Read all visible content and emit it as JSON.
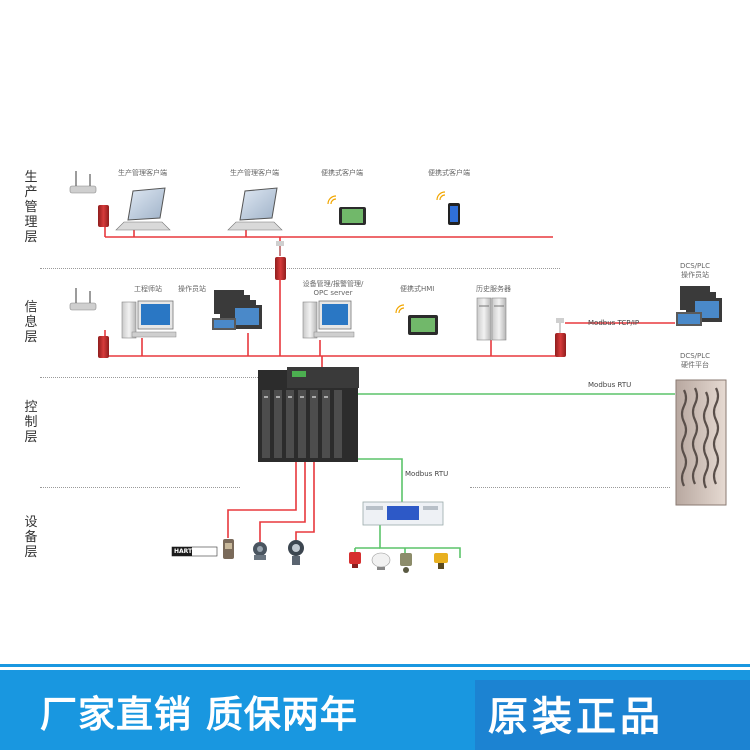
{
  "layers": [
    {
      "id": "production",
      "text": "生产管理层"
    },
    {
      "id": "information",
      "text": "信息层"
    },
    {
      "id": "control",
      "text": "控制层"
    },
    {
      "id": "device",
      "text": "设备层"
    }
  ],
  "labels": {
    "prod_client_1": "生产管理客户端",
    "prod_client_2": "生产管理客户端",
    "portable_client_1": "便携式客户端",
    "portable_client_2": "便携式客户端",
    "eng_station": "工程师站",
    "operator_station": "操作员站",
    "device_mgmt_1": "设备管理/报警管理/",
    "device_mgmt_2": "OPC server",
    "portable_hmi": "便携式HMI",
    "history_server": "历史服务器",
    "dcs_ops_1": "DCS/PLC",
    "dcs_ops_2": "操作员站",
    "dcs_hw_1": "DCS/PLC",
    "dcs_hw_2": "硬件平台",
    "hart": "HART"
  },
  "buses": {
    "tcp": "Modbus TCP/IP",
    "rtu_1": "Modbus RTU",
    "rtu_2": "Modbus RTU"
  },
  "banner": {
    "left": "厂家直销 质保两年",
    "right": "原装正品"
  },
  "colors": {
    "network": "#e8383d",
    "rtu": "#5cc46a",
    "banner": "#1997e0",
    "banner_dark": "#1c83d2"
  }
}
